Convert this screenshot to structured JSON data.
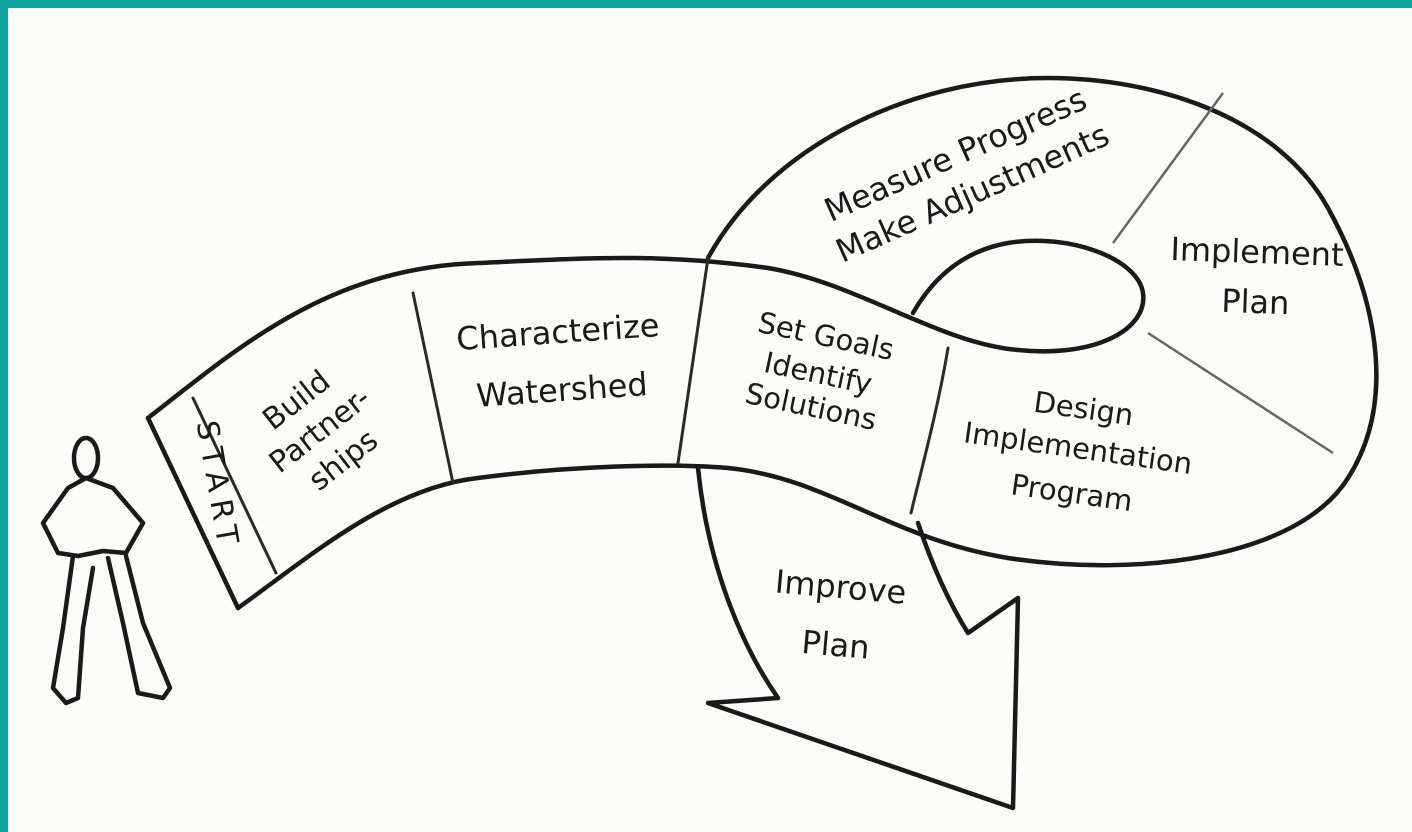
{
  "steps": {
    "start": "START",
    "build": [
      "Build",
      "Partner-",
      "ships"
    ],
    "characterize": [
      "Characterize",
      "Watershed"
    ],
    "set_goals": [
      "Set Goals",
      "Identify",
      "Solutions"
    ],
    "design": [
      "Design",
      "Implementation",
      "Program"
    ],
    "implement": [
      "Implement",
      "Plan"
    ],
    "measure": [
      "Measure Progress",
      "Make Adjustments"
    ],
    "improve": [
      "Improve",
      "Plan"
    ]
  },
  "colors": {
    "border": "#0fa3a3",
    "paper": "#fbfbf8",
    "ink": "#1a1a1a"
  }
}
